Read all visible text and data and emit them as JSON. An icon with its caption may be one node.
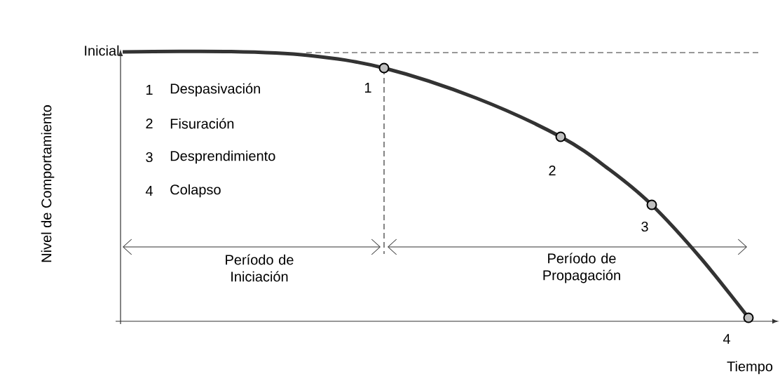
{
  "diagram": {
    "labels": [
      "Inicial",
      "Nivel de Comportamiento",
      "1",
      "Despasivación",
      "2",
      "Fisuración",
      "3",
      "Desprendimiento",
      "4",
      "Colapso",
      "1",
      "2",
      "3",
      "Período de Iniciación",
      "Período de Propagación",
      "4",
      "Tiempo"
    ]
  }
}
